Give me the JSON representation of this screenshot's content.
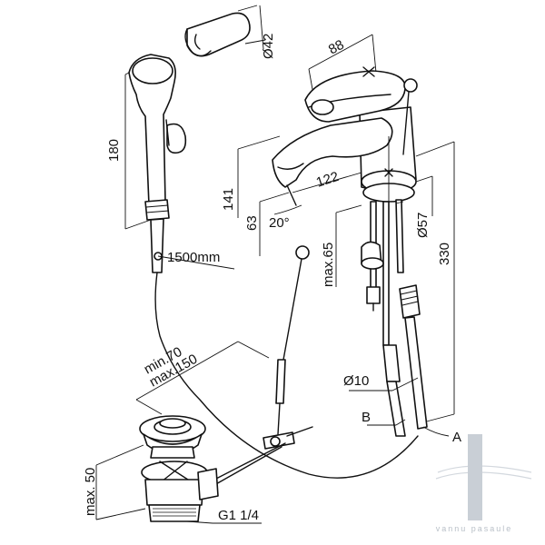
{
  "dimensions": {
    "d42": "Ø42",
    "d88": "88",
    "d180": "180",
    "d141": "141",
    "d122": "122",
    "d63": "63",
    "d20deg": "20°",
    "d57": "Ø57",
    "d330": "330",
    "max65": "max.65",
    "hose": "1500mm",
    "min70": "min.70",
    "max150": "max.150",
    "d10": "Ø10",
    "max50": "max. 50",
    "thread": "G1 1/4"
  },
  "callouts": {
    "a": "A",
    "b": "B"
  },
  "watermark": {
    "text": "vannu pasaule"
  }
}
